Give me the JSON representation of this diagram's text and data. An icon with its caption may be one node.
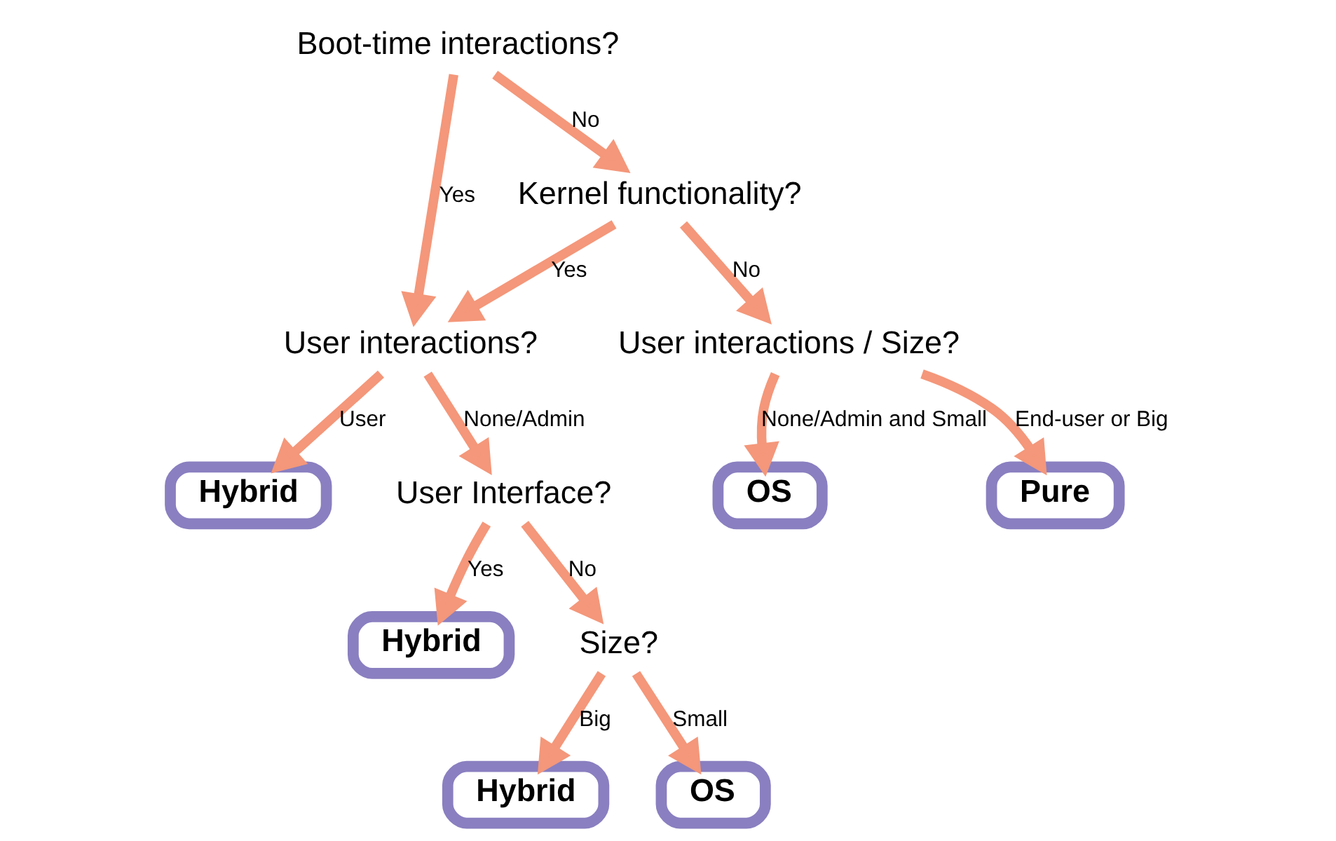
{
  "diagram": {
    "nodes": [
      {
        "text": [
          "Boot-time interactions?"
        ]
      },
      {
        "text": [
          "User interactions?"
        ]
      },
      {
        "text": [
          "Kernel functionality?"
        ]
      },
      {
        "text": [
          "Hybrid"
        ]
      },
      {
        "text": [
          "User Interface?"
        ]
      },
      {
        "text": [
          "User interactions / Size?"
        ]
      },
      {
        "text": [
          "Hybrid"
        ]
      },
      {
        "text": [
          "Size?"
        ]
      },
      {
        "text": [
          "OS"
        ]
      },
      {
        "text": [
          "Pure"
        ]
      },
      {
        "text": [
          "Hybrid"
        ]
      },
      {
        "text": [
          "OS"
        ]
      }
    ],
    "edges": [
      {
        "from": 0,
        "to": 1,
        "arrow": "to",
        "label": "Yes"
      },
      {
        "from": 0,
        "to": 2,
        "arrow": "to",
        "label": "No"
      },
      {
        "from": 2,
        "to": 1,
        "arrow": "to",
        "label": "Yes"
      },
      {
        "from": 2,
        "to": 5,
        "arrow": "to",
        "label": "No"
      },
      {
        "from": 1,
        "to": 3,
        "arrow": "to",
        "label": "User"
      },
      {
        "from": 1,
        "to": 4,
        "arrow": "to",
        "label": "None/Admin"
      },
      {
        "from": 4,
        "to": 6,
        "arrow": "to",
        "label": "Yes"
      },
      {
        "from": 4,
        "to": 7,
        "arrow": "to",
        "label": "No"
      },
      {
        "from": 5,
        "to": 8,
        "arrow": "to",
        "label": "None/Admin and Small"
      },
      {
        "from": 5,
        "to": 9,
        "arrow": "to",
        "label": "End-user or Big"
      },
      {
        "from": 7,
        "to": 10,
        "arrow": "to",
        "label": "Big"
      },
      {
        "from": 7,
        "to": 11,
        "arrow": "to",
        "label": "Small"
      }
    ]
  }
}
